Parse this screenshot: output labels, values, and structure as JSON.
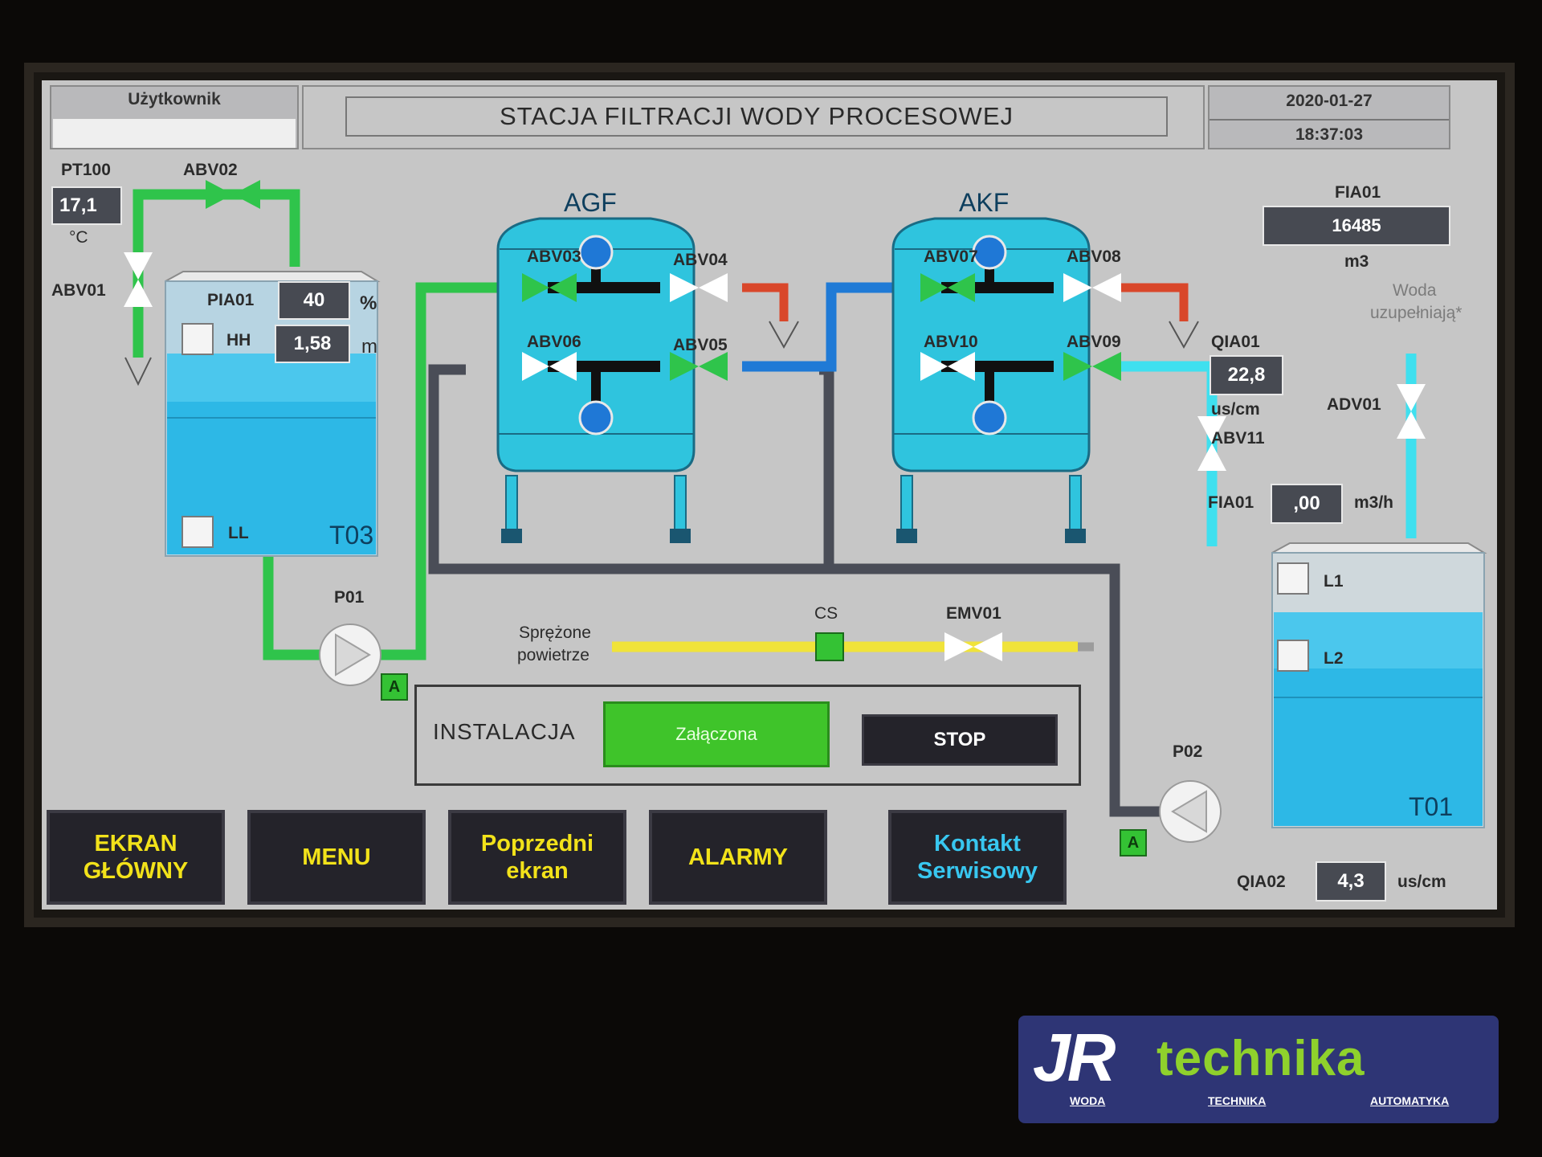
{
  "header": {
    "user_label": "Użytkownik",
    "user_value": "",
    "title": "STACJA FILTRACJI WODY PROCESOWEJ",
    "date": "2020-01-27",
    "time": "18:37:03"
  },
  "left": {
    "pt100_label": "PT100",
    "pt100_value": "17,1",
    "pt100_unit": "°C",
    "abv02": "ABV02",
    "abv01": "ABV01",
    "pia01_label": "PIA01",
    "pia01_value": "40",
    "pia01_unit": "%",
    "level_value": "1,58",
    "level_unit": "m",
    "hh": "HH",
    "ll": "LL",
    "tank_name": "T03",
    "pump_label": "P01",
    "pump_mode": "A"
  },
  "filters": {
    "agf": {
      "name": "AGF",
      "v_tl": "ABV03",
      "v_tr": "ABV04",
      "v_bl": "ABV06",
      "v_br": "ABV05"
    },
    "akf": {
      "name": "AKF",
      "v_tl": "ABV07",
      "v_tr": "ABV08",
      "v_bl": "ABV10",
      "v_br": "ABV09"
    }
  },
  "air": {
    "label_line1": "Sprężone",
    "label_line2": "powietrze",
    "cs": "CS",
    "emv01": "EMV01"
  },
  "installation": {
    "label": "INSTALACJA",
    "on_button": "Załączona",
    "stop_button": "STOP"
  },
  "right": {
    "fia01_label": "FIA01",
    "fia01_total": "16485",
    "fia01_total_unit": "m3",
    "makeup_line1": "Woda",
    "makeup_line2": "uzupełniają*",
    "qia01_label": "QIA01",
    "qia01_value": "22,8",
    "qia01_unit": "us/cm",
    "abv11": "ABV11",
    "adv01": "ADV01",
    "fia01_flow_label": "FIA01",
    "fia01_flow_value": ",00",
    "fia01_flow_unit": "m3/h",
    "l1": "L1",
    "l2": "L2",
    "tank_name": "T01",
    "pump_label": "P02",
    "pump_mode": "A",
    "qia02_label": "QIA02",
    "qia02_value": "4,3",
    "qia02_unit": "us/cm"
  },
  "nav": [
    {
      "label": "EKRAN\nGŁÓWNY",
      "color": "#f2e21a"
    },
    {
      "label": "MENU",
      "color": "#f2e21a"
    },
    {
      "label": "Poprzedni\nekran",
      "color": "#f2e21a"
    },
    {
      "label": "ALARMY",
      "color": "#f2e21a"
    },
    {
      "label": "Kontakt\nSerwisowy",
      "color": "#38c7f0"
    }
  ],
  "logo": {
    "jr": "JR",
    "technika": "technika",
    "tag1": "WODA",
    "tag2": "TECHNIKA",
    "tag3": "AUTOMATYKA"
  },
  "colors": {
    "water_pipe": "#2fc44b",
    "treated_pipe": "#1f7ad6",
    "drain_pipe": "#d9472a",
    "return_pipe": "#4a4d57",
    "cyan_pipe": "#3fe0ef",
    "air_pipe": "#f0e33a",
    "tank_water": "#2db8e6",
    "filter_body": "#2fc4de"
  }
}
